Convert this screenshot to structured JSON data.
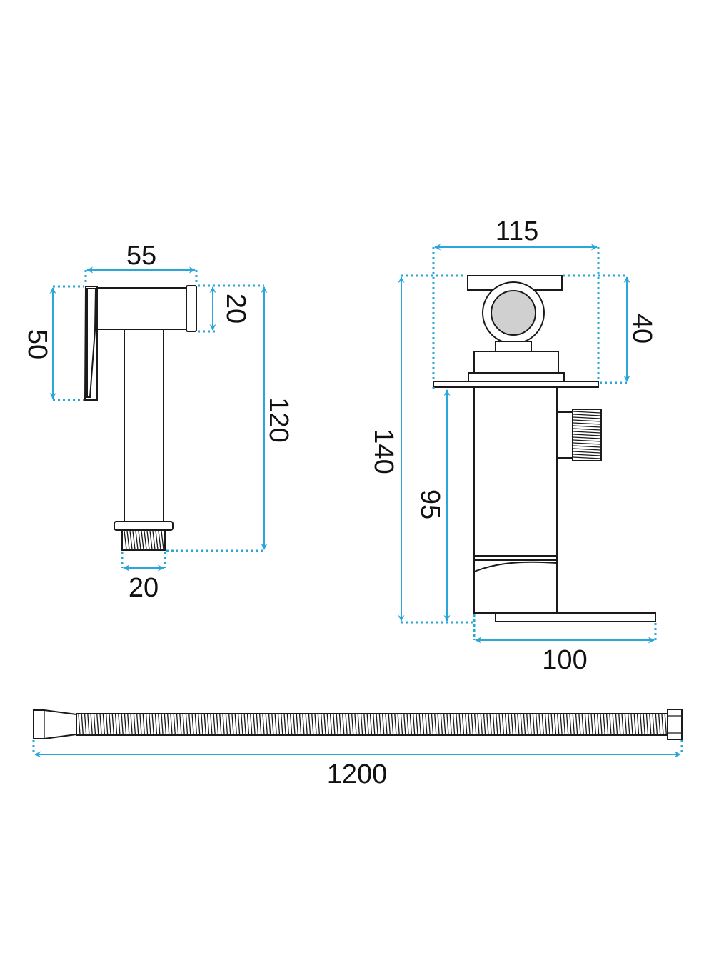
{
  "colors": {
    "dimension": "#2aa6d9",
    "outline": "#1a1a1a",
    "fill_grey": "#d0d0d0",
    "background": "#ffffff"
  },
  "sprayer_view": {
    "width": "55",
    "height": "50",
    "head_height": "20",
    "length": "120",
    "thread": "20"
  },
  "valve_view": {
    "width": "115",
    "head_height": "40",
    "height": "140",
    "body_height": "95",
    "base_width": "100"
  },
  "hose_view": {
    "length": "1200"
  }
}
